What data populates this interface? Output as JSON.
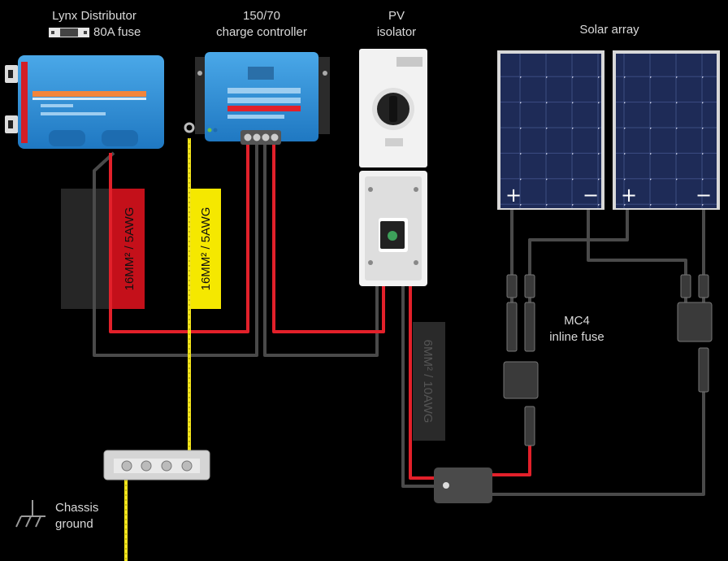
{
  "labels": {
    "lynx_title": "Lynx Distributor",
    "lynx_fuse": "80A fuse",
    "mppt_line1": "150/70",
    "mppt_line2": "charge controller",
    "pv_line1": "PV",
    "pv_line2": "isolator",
    "solar_array": "Solar array",
    "mc4_line1": "MC4",
    "mc4_line2": "inline fuse",
    "chassis_line1": "Chassis",
    "chassis_line2": "ground"
  },
  "cable_tags": {
    "red": "16MM² / 5AWG",
    "yellow": "16MM² / 5AWG",
    "grey": "6MM² / 10AWG"
  },
  "panel_signs": {
    "plus": "+",
    "minus": "−"
  },
  "colors": {
    "background": "#000000",
    "wire_red": "#e2202a",
    "wire_black": "#4a4a4a",
    "wire_yellow": "#f3e51b",
    "device_blue": "#2f8fd6",
    "panel_navy": "#1d2a55",
    "tag_red": "#c4101a",
    "tag_yellow": "#f5e800",
    "tag_dark": "#262626"
  }
}
